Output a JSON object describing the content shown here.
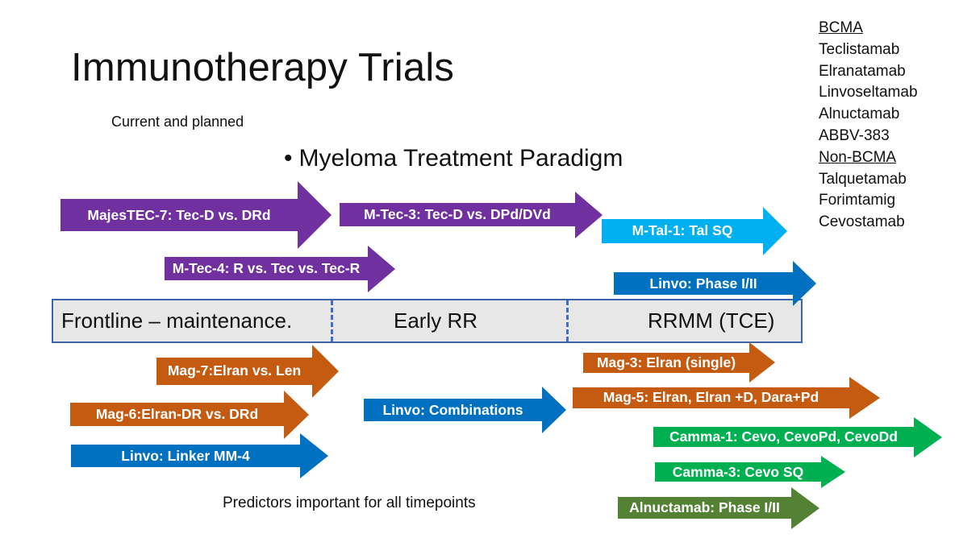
{
  "slide": {
    "title": "Immunotherapy Trials",
    "subtitle": "Current and planned",
    "bullet": "Myeloma Treatment Paradigm",
    "footer": "Predictors important for all timepoints"
  },
  "drug_list": {
    "bcma_header": "BCMA",
    "bcma": [
      "Teclistamab",
      "Elranatamab",
      "Linvoseltamab",
      "Alnuctamab",
      "ABBV-383"
    ],
    "non_bcma_header": "Non-BCMA",
    "non_bcma": [
      "Talquetamab",
      "Forimtamig",
      "Cevostamab"
    ]
  },
  "timeline": {
    "segments": [
      "Frontline – maintenance.",
      "Early RR",
      "RRMM (TCE)"
    ]
  },
  "colors": {
    "purple": "#7030a0",
    "light_blue": "#00b0f0",
    "blue": "#0070c0",
    "orange": "#c55a11",
    "green": "#00b050",
    "dark_green": "#548235",
    "timeline_border": "#3e64ad"
  },
  "arrows": [
    {
      "label": "MajesTEC-7: Tec-D vs. DRd",
      "color": "purple"
    },
    {
      "label": "M-Tec-3: Tec-D vs. DPd/DVd",
      "color": "purple"
    },
    {
      "label": "M-Tal-1: Tal SQ",
      "color": "light_blue"
    },
    {
      "label": "M-Tec-4: R vs. Tec vs. Tec-R",
      "color": "purple"
    },
    {
      "label": "Linvo: Phase I/II",
      "color": "blue"
    },
    {
      "label": "Mag-7:Elran vs. Len",
      "color": "orange"
    },
    {
      "label": "Mag-3: Elran (single)",
      "color": "orange"
    },
    {
      "label": "Mag-6:Elran-DR vs. DRd",
      "color": "orange"
    },
    {
      "label": "Linvo: Combinations",
      "color": "blue"
    },
    {
      "label": "Mag-5: Elran, Elran +D,  Dara+Pd",
      "color": "orange"
    },
    {
      "label": "Camma-1: Cevo, CevoPd, CevoDd",
      "color": "green"
    },
    {
      "label": "Linvo: Linker MM-4",
      "color": "blue"
    },
    {
      "label": "Camma-3: Cevo SQ",
      "color": "green"
    },
    {
      "label": "Alnuctamab: Phase I/II",
      "color": "dark_green"
    }
  ]
}
